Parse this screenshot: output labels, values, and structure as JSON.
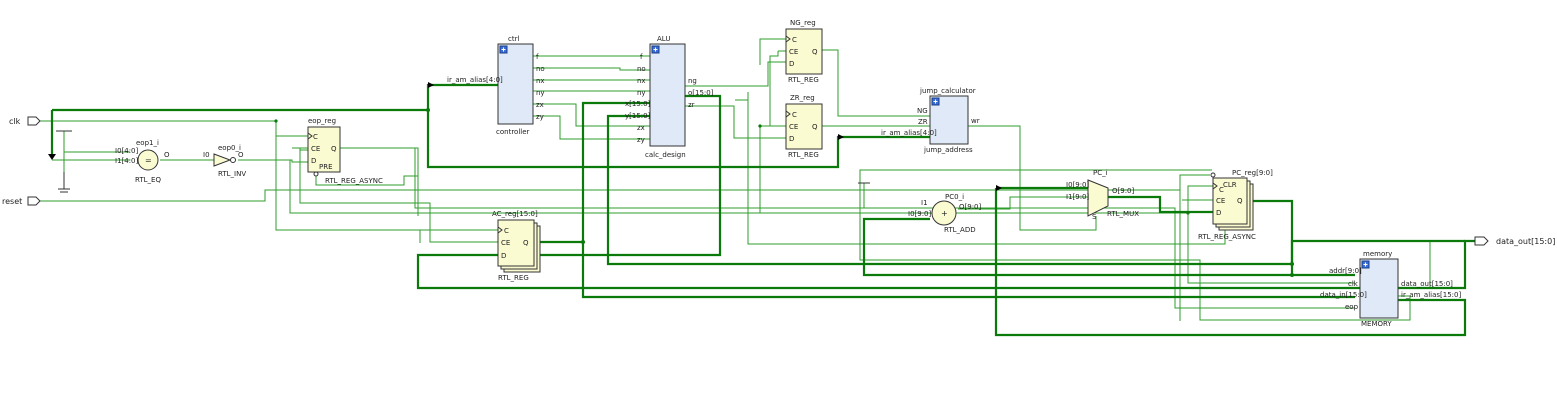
{
  "colors": {
    "wire": "#2e9e2e",
    "bus": "#0a7a0a",
    "cell_yellow_fill": "#fbfbd2",
    "cell_blue_fill": "#dfe9f7",
    "cell_outline": "#333333",
    "port_fill": "#ffffff"
  },
  "ports": {
    "clk": "clk",
    "reset": "reset",
    "data_out": "data_out[15:0]"
  },
  "cells": {
    "eop1": {
      "inst": "eop1_i",
      "type": "RTL_EQ",
      "pin_i0": "I0[4:0]",
      "pin_i1": "I1[4:0]",
      "pin_o": "O",
      "symbol": "="
    },
    "eop0": {
      "inst": "eop0_i",
      "type": "RTL_INV",
      "pin_i0": "I0",
      "pin_o": "O"
    },
    "eop_reg": {
      "inst": "eop_reg",
      "type": "RTL_REG_ASYNC",
      "pin_c": "C",
      "pin_ce": "CE",
      "pin_d": "D",
      "pin_q": "Q",
      "pin_pre": "PRE"
    },
    "ac_reg": {
      "inst": "AC_reg[15:0]",
      "type": "RTL_REG",
      "pin_c": "C",
      "pin_ce": "CE",
      "pin_d": "D",
      "pin_q": "Q"
    },
    "ctrl": {
      "inst": "ctrl",
      "type": "controller",
      "in_pin": "ir_am_alias[4:0]",
      "out_pins": [
        "f",
        "no",
        "nx",
        "ny",
        "zx",
        "zy"
      ]
    },
    "alu": {
      "inst": "ALU",
      "type": "calc_design",
      "in_pins": [
        "f",
        "no",
        "nx",
        "ny",
        "x[15:0]",
        "y[15:0]",
        "zx",
        "zy"
      ],
      "out_pins": [
        "ng",
        "o[15:0]",
        "zr"
      ]
    },
    "ng_reg": {
      "inst": "NG_reg",
      "type": "RTL_REG",
      "pin_c": "C",
      "pin_ce": "CE",
      "pin_d": "D",
      "pin_q": "Q"
    },
    "zr_reg": {
      "inst": "ZR_reg",
      "type": "RTL_REG",
      "pin_c": "C",
      "pin_ce": "CE",
      "pin_d": "D",
      "pin_q": "Q"
    },
    "jump": {
      "inst": "jump_calculator",
      "type": "jump_address",
      "in_pins": [
        "NG",
        "ZR",
        "ir_am_alias[4:0]"
      ],
      "out_pin": "wr"
    },
    "pc0": {
      "inst": "PC0_i",
      "type": "RTL_ADD",
      "pin_i0": "I0[9:0]",
      "pin_i1": "I1",
      "pin_o": "O[9:0]",
      "symbol": "+"
    },
    "pc_mux": {
      "inst": "PC_i",
      "type": "RTL_MUX",
      "pin_i0": "I0[9:0]",
      "pin_i1": "I1[9:0]",
      "pin_o": "O[9:0]",
      "pin_s": "S"
    },
    "pc_reg": {
      "inst": "PC_reg[9:0]",
      "type": "RTL_REG_ASYNC",
      "pin_c": "C",
      "pin_ce": "CE",
      "pin_d": "D",
      "pin_q": "Q",
      "pin_clr": "CLR"
    },
    "memory": {
      "inst": "memory",
      "type": "MEMORY",
      "in_pins": [
        "addr[9:0]",
        "clk",
        "data_in[15:0]",
        "eop"
      ],
      "out_pins": [
        "data_out[15:0]",
        "ir_am_alias[15:0]"
      ]
    }
  }
}
